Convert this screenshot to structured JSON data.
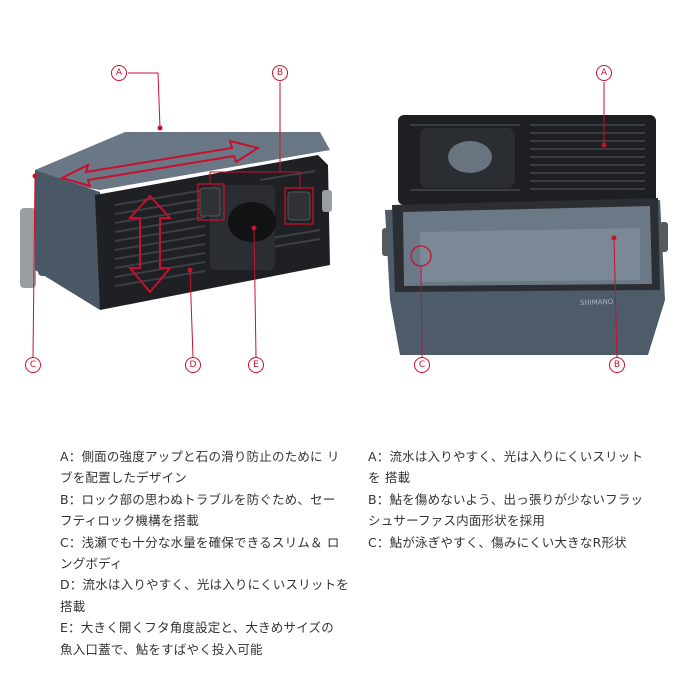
{
  "callouts": {
    "left_a": "A",
    "left_b": "B",
    "left_c": "C",
    "left_d": "D",
    "left_e": "E",
    "right_a": "A",
    "right_b": "B",
    "right_c": "C"
  },
  "product": {
    "brand_mark": "SHIMANO"
  },
  "left_notes": [
    "A：側面の強度アップと石の滑り防止のために リブを配置したデザイン",
    "B：ロック部の思わぬトラブルを防ぐため、セー フティロック機構を搭載",
    "C：浅瀬でも十分な水量を確保できるスリム＆ ロングボディ",
    "D：流水は入りやすく、光は入りにくいスリットを 搭載",
    "E：大きく開くフタ角度設定と、大きめサイズの 魚入口蓋で、鮎をすばやく投入可能"
  ],
  "right_notes": [
    "A：流水は入りやすく、光は入りにくいスリットを 搭載",
    "B：鮎を傷めないよう、出っ張りが少ないフラッ シュサーファス内面形状を採用",
    "C：鮎が泳ぎやすく、傷みにくい大きなR形状"
  ],
  "colors": {
    "callout": "#c8102e",
    "body": "#52606e",
    "panel": "#1d1f22",
    "interior": "#6b7886",
    "strap": "#9a9ea3"
  }
}
